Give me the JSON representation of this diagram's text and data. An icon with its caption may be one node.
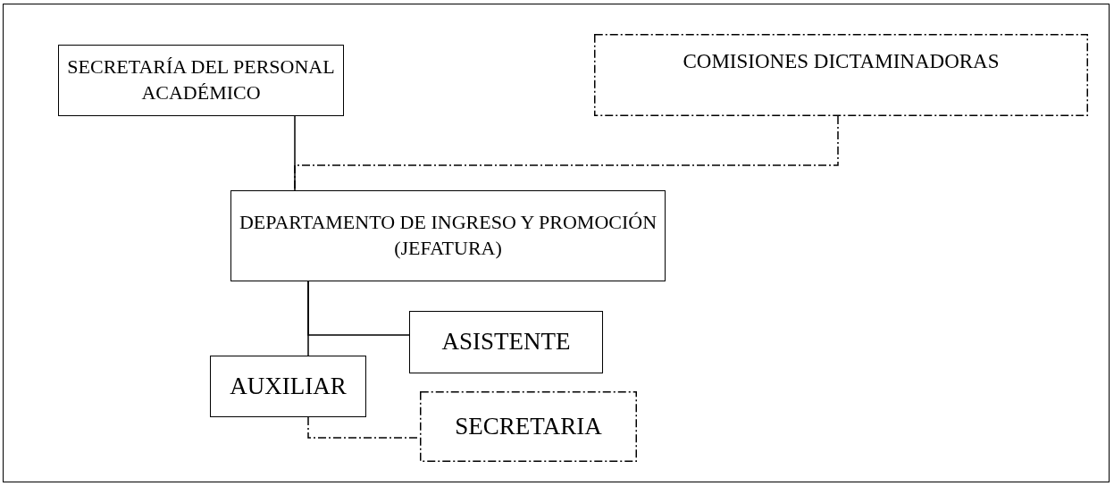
{
  "diagram": {
    "nodes": [
      {
        "text": [
          "SECRETARÍA DEL PERSONAL ACADÉMICO"
        ]
      },
      {
        "text": [
          "COMISIONES DICTAMINADORAS"
        ]
      },
      {
        "text": [
          "DEPARTAMENTO DE INGRESO Y PROMOCIÓN (JEFATURA)"
        ]
      },
      {
        "text": [
          "ASISTENTE"
        ]
      },
      {
        "text": [
          "AUXILIAR"
        ]
      },
      {
        "text": [
          "SECRETARIA"
        ]
      }
    ],
    "edges": [
      {
        "from": 0,
        "to": 2,
        "arrow": "none"
      },
      {
        "from": 1,
        "to": 2,
        "arrow": "none",
        "style": "dashed"
      },
      {
        "from": 2,
        "to": 3,
        "arrow": "none"
      },
      {
        "from": 2,
        "to": 4,
        "arrow": "none"
      },
      {
        "from": 4,
        "to": 5,
        "arrow": "none",
        "style": "dashed"
      }
    ]
  }
}
